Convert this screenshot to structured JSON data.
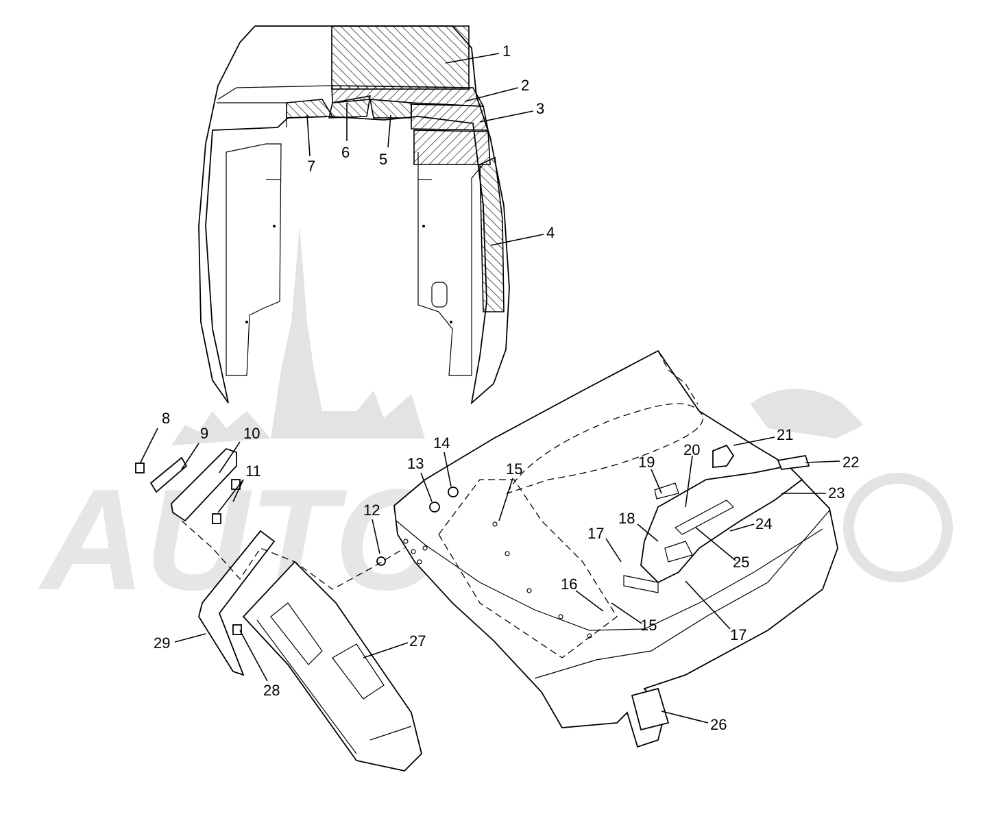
{
  "watermark": {
    "text": "AUTO"
  },
  "callouts": [
    {
      "id": "c1",
      "label": "1"
    },
    {
      "id": "c2",
      "label": "2"
    },
    {
      "id": "c3",
      "label": "3"
    },
    {
      "id": "c4",
      "label": "4"
    },
    {
      "id": "c5",
      "label": "5"
    },
    {
      "id": "c6",
      "label": "6"
    },
    {
      "id": "c7",
      "label": "7"
    },
    {
      "id": "c8",
      "label": "8"
    },
    {
      "id": "c9",
      "label": "9"
    },
    {
      "id": "c10",
      "label": "10"
    },
    {
      "id": "c11",
      "label": "11"
    },
    {
      "id": "c12",
      "label": "12"
    },
    {
      "id": "c13",
      "label": "13"
    },
    {
      "id": "c14",
      "label": "14"
    },
    {
      "id": "c15a",
      "label": "15"
    },
    {
      "id": "c15b",
      "label": "15"
    },
    {
      "id": "c16",
      "label": "16"
    },
    {
      "id": "c17a",
      "label": "17"
    },
    {
      "id": "c17b",
      "label": "17"
    },
    {
      "id": "c18",
      "label": "18"
    },
    {
      "id": "c19",
      "label": "19"
    },
    {
      "id": "c20",
      "label": "20"
    },
    {
      "id": "c21",
      "label": "21"
    },
    {
      "id": "c22",
      "label": "22"
    },
    {
      "id": "c23",
      "label": "23"
    },
    {
      "id": "c24",
      "label": "24"
    },
    {
      "id": "c25",
      "label": "25"
    },
    {
      "id": "c26",
      "label": "26"
    },
    {
      "id": "c27",
      "label": "27"
    },
    {
      "id": "c28",
      "label": "28"
    },
    {
      "id": "c29",
      "label": "29"
    }
  ]
}
